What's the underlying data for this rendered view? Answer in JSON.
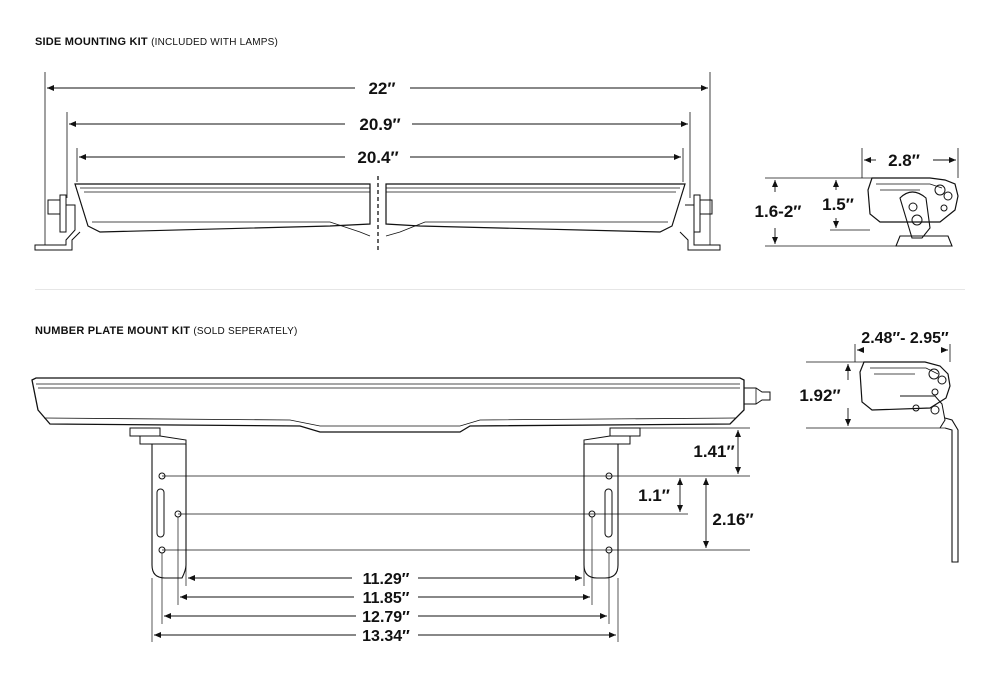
{
  "sections": {
    "side": {
      "title": "SIDE MOUNTING KIT",
      "note": "(INCLUDED WITH LAMPS)"
    },
    "plate": {
      "title": "NUMBER PLATE MOUNT KIT",
      "note": "(SOLD SEPERATELY)"
    }
  },
  "side_dims": {
    "overall": "22″",
    "mid": "20.9″",
    "inner": "20.4″",
    "height_range": "1.6-2″",
    "height": "1.5″",
    "depth": "2.8″"
  },
  "plate_dims": {
    "depth_range": "2.48″- 2.95″",
    "height": "1.92″",
    "bracket_offset": "1.41″",
    "slot_spacing": "1.1″",
    "hole_spacing": "2.16″",
    "w1": "11.29″",
    "w2": "11.85″",
    "w3": "12.79″",
    "w4": "13.34″"
  }
}
